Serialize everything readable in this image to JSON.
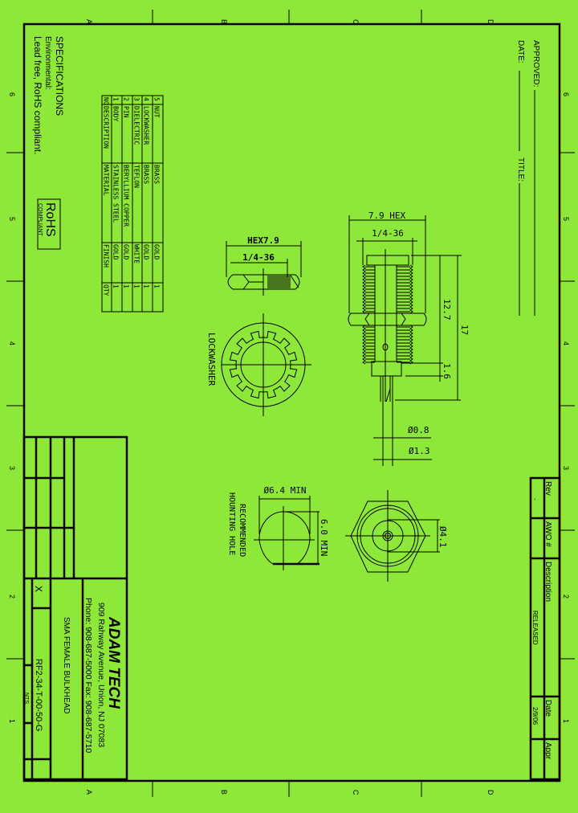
{
  "border": {
    "columns": [
      "A",
      "B",
      "C",
      "D"
    ],
    "rows": [
      "6",
      "5",
      "4",
      "3",
      "2",
      "1"
    ]
  },
  "specifications": {
    "title": "SPECIFICATIONS",
    "line1": "Environmental:",
    "line2": "Lead free, RoHS compliant."
  },
  "rohs": {
    "main": "RoHS",
    "sub": "COMPLIANT"
  },
  "bom": {
    "headers": [
      "NO",
      "DESCRIPTION",
      "MATERIAL",
      "FINISH",
      "QTY"
    ],
    "rows": [
      [
        "1",
        "BODY",
        "STAINLESS STEEL",
        "GOLD",
        "1"
      ],
      [
        "2",
        "PIN",
        "BERYLLIUM COPPER",
        "GOLD",
        "1"
      ],
      [
        "3",
        "DIELECTRIC",
        "TEFLON",
        "WHITE",
        "1"
      ],
      [
        "4",
        "LOCKWASHER",
        "BRASS",
        "GOLD",
        "1"
      ],
      [
        "5",
        "NUT",
        "BRASS",
        "GOLD",
        "1"
      ]
    ]
  },
  "approval": {
    "approved": "APPROVED:",
    "date": "DATE:",
    "title": "TITLE:"
  },
  "revision": {
    "headers": [
      "Rev",
      "AWO #",
      "Description",
      "Date",
      "Appr"
    ],
    "row": [
      "-",
      "",
      "RELEASED",
      "2/9/06",
      ""
    ]
  },
  "drawing": {
    "nut_hex": "HEX7.9",
    "nut_thread": "1/4-36",
    "lockwasher_label": "LOCKWASHER",
    "body_hex": "7.9 HEX",
    "body_thread": "1/4-36",
    "dim_12_7": "12.7",
    "dim_17": "17",
    "dim_1_6": "1.6",
    "pin_dia": "Ø0.8",
    "dielectric_dia": "Ø1.3",
    "hole_width": "Ø6.4 MIN",
    "hole_height": "6.0 MIN",
    "hole_label_1": "RECOMMENDED",
    "hole_label_2": "HOUNTING HOLE",
    "front_dia": "Ø4.1"
  },
  "title_block": {
    "company": "ADAM TECH",
    "address": "909 Rahway Avenue, Union, NJ 07083",
    "phone": "Phone: 908-687-5000 Fax: 908-687-5710",
    "description": "SMA FEMALE BULKHEAD",
    "part_number": "RF2-34-T-00-50-G",
    "size": "X",
    "scale": "NTS"
  },
  "colors": {
    "background": "#8ee83a",
    "ink": "#000000"
  }
}
